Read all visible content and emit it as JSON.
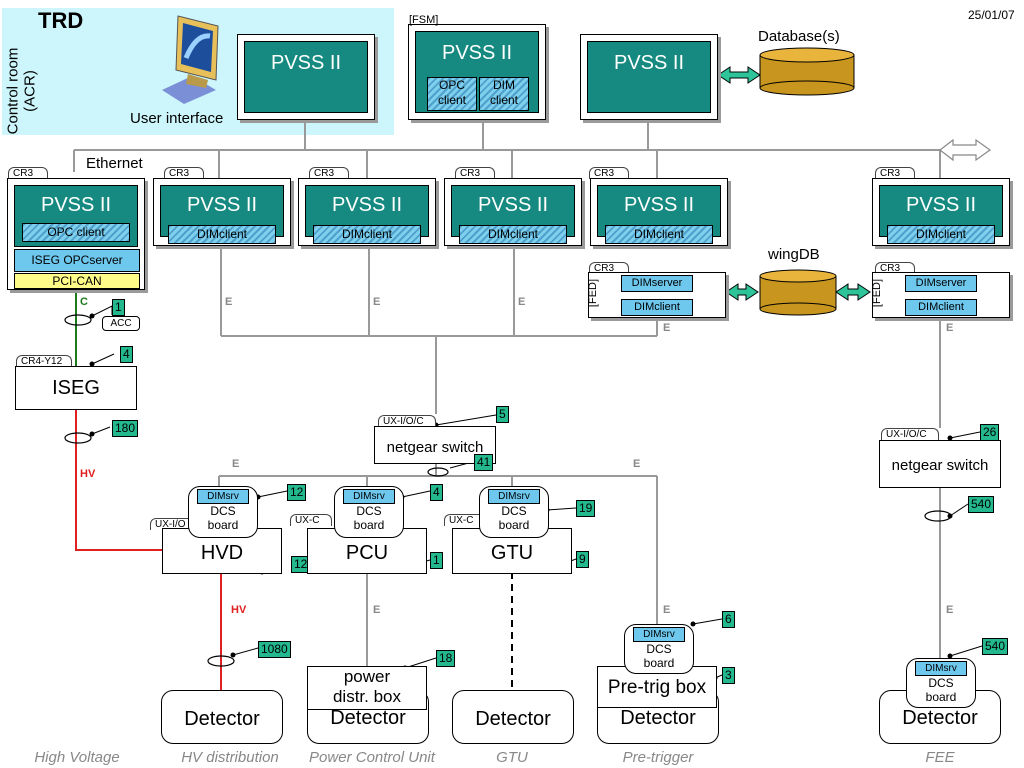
{
  "header": {
    "title": "TRD",
    "date": "25/01/07"
  },
  "control_room": {
    "label": "Control room\n(ACR)",
    "user_interface": "User interface"
  },
  "pvss_label": "PVSS II",
  "fsm": {
    "label": "[FSM]",
    "opc_client": "OPC client",
    "dim_client": "DIM client"
  },
  "database": "Database(s)",
  "ethernet": "Ethernet",
  "cr3": "CR3",
  "iseg_crate": {
    "opc_client": "OPC client",
    "iseg_opcserver": "ISEG OPCserver",
    "pci_can": "PCI-CAN"
  },
  "dimclient": "DIMclient",
  "fed": {
    "label": "[FED]",
    "dimserver": "DIMserver",
    "dimclient": "DIMclient"
  },
  "wingdb": "wingDB",
  "e_label": "E",
  "c_label": "C",
  "hv_label": "HV",
  "acc": "ACC",
  "iseg": {
    "tab": "CR4-Y12",
    "label": "ISEG"
  },
  "switch_main": {
    "tab": "UX-I/O/C",
    "label": "netgear switch"
  },
  "switch_fee": {
    "tab": "UX-I/O/C",
    "label": "netgear switch"
  },
  "dcs": {
    "dimsrv": "DIMsrv",
    "label": "DCS\nboard"
  },
  "hvd": {
    "tab": "UX-I/O",
    "label": "HVD"
  },
  "pcu": {
    "tab": "UX-C",
    "label": "PCU"
  },
  "gtu": {
    "tab": "UX-C",
    "label": "GTU"
  },
  "power_box": "power\ndistr. box",
  "pretrig_box": "Pre-trig box",
  "detector": "Detector",
  "counts": {
    "acc": "1",
    "iseg": "4",
    "iseg_hv": "180",
    "switch": "5",
    "switch_down": "41",
    "hvd_dcs": "12",
    "hvd": "12",
    "hvd_hv": "1080",
    "pcu_dcs": "4",
    "pcu": "1",
    "power_box": "18",
    "gtu_dcs": "19",
    "gtu": "9",
    "pretrig_dcs": "6",
    "pretrig": "3",
    "fee_switch": "26",
    "fee_cable": "540",
    "fee_dcs": "540"
  },
  "captions": [
    "High Voltage",
    "HV distribution",
    "Power Control Unit",
    "GTU",
    "Pre-trigger",
    "FEE"
  ],
  "colors": {
    "teal": "#168a80",
    "hatch_blue": "#7fd0ec",
    "acr_bg": "#ccf6fb",
    "counter": "#23b88d",
    "db": "#c8961e",
    "hv": "#e02020",
    "can": "#1c7a1c"
  },
  "icons": [
    "computer-icon",
    "database-icon",
    "double-arrow-icon"
  ]
}
